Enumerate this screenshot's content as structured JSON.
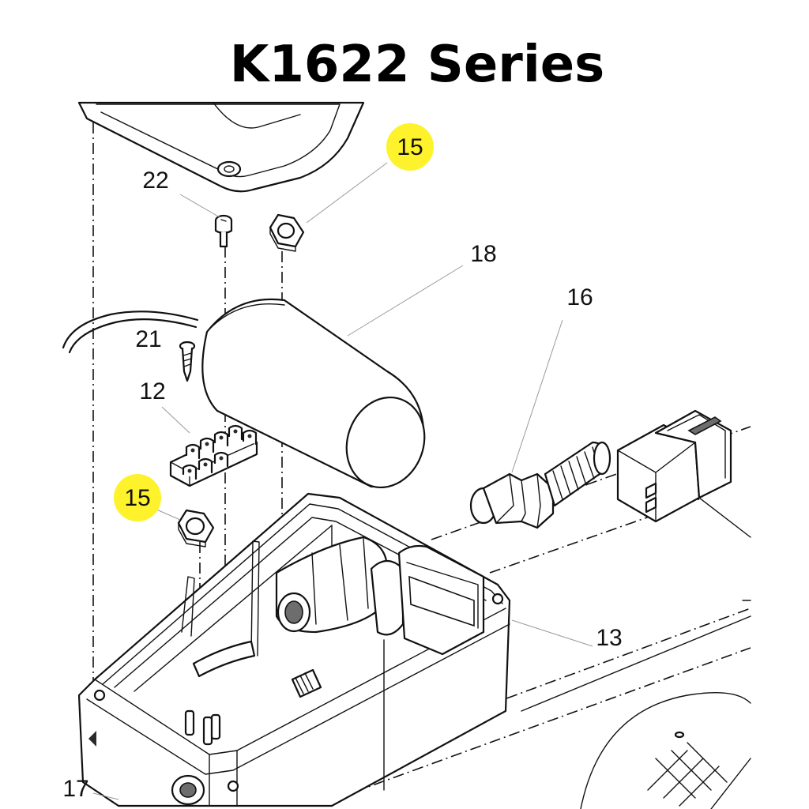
{
  "title": "K1622 Series",
  "highlight_color": "#fdf22b",
  "callouts": {
    "c15_top": "15",
    "c22": "22",
    "c18": "18",
    "c16": "16",
    "c21": "21",
    "c12": "12",
    "c15_left": "15",
    "c13": "13",
    "c17": "17"
  },
  "highlighted_callouts": [
    "15"
  ]
}
